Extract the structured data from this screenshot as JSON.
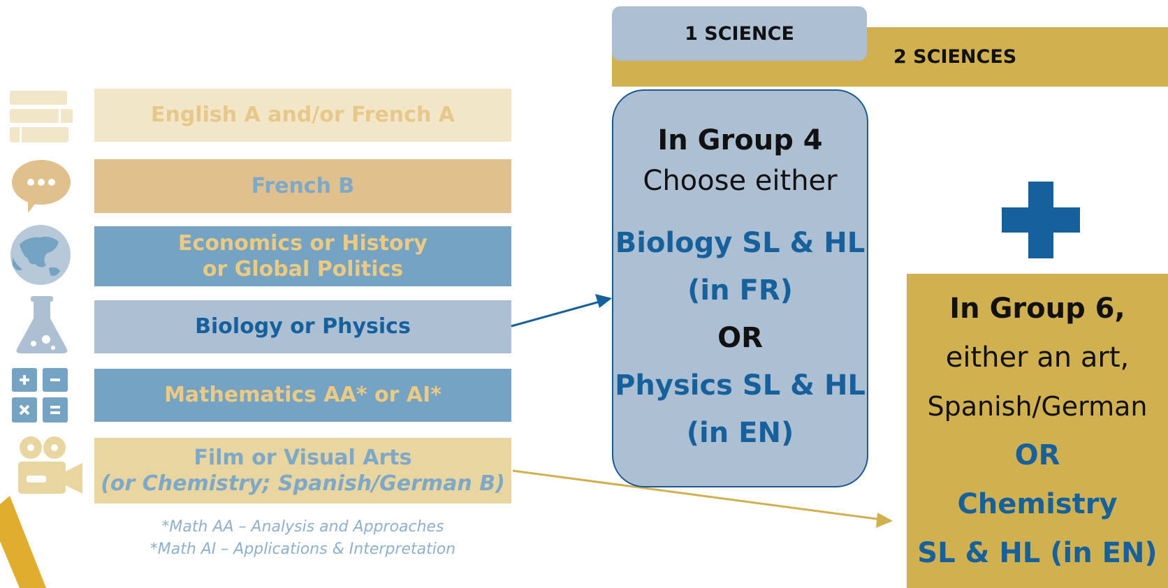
{
  "subjects": [
    {
      "lines": [
        "English A and/or French A"
      ],
      "icon": "books-icon"
    },
    {
      "lines": [
        "French B"
      ],
      "icon": "speech-bubble-icon"
    },
    {
      "lines": [
        "Economics or History",
        "or Global Politics"
      ],
      "icon": "globe-icon"
    },
    {
      "lines": [
        "Biology or Physics"
      ],
      "icon": "flask-icon"
    },
    {
      "lines": [
        "Mathematics AA* or AI*"
      ],
      "icon": "calculator-icon"
    },
    {
      "lines": [
        "Film or Visual Arts",
        "(or Chemistry; Spanish/German B)"
      ],
      "icon": "film-camera-icon"
    }
  ],
  "footnotes": [
    "*Math AA – Analysis and Approaches",
    "*Math AI – Applications & Interpretation"
  ],
  "tabs": {
    "one_science": "1 SCIENCE",
    "two_sciences": "2 SCIENCES"
  },
  "group4": {
    "title": "In Group 4",
    "subtitle": "Choose either",
    "option1_line1": "Biology SL & HL",
    "option1_line2": "(in FR)",
    "or": "OR",
    "option2_line1": "Physics SL & HL",
    "option2_line2": "(in EN)"
  },
  "group6": {
    "title": "In Group 6,",
    "line2": "either an art,",
    "line3": "Spanish/German",
    "or": "OR",
    "line5": "Chemistry",
    "line6": "SL & HL (in EN)"
  },
  "plus_icon": "plus-icon",
  "colors": {
    "gold": "#d1b050",
    "steel_blue": "#74a3c4",
    "light_blue": "#adc0d3",
    "dark_blue": "#16609c",
    "cream": "#f1e7c8",
    "tan": "#e0c08d"
  }
}
